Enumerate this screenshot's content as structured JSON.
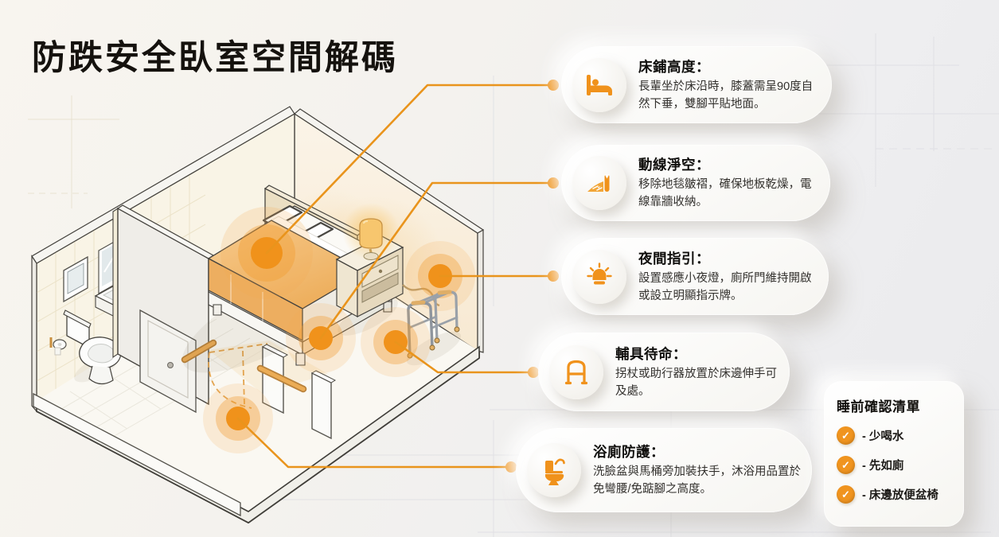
{
  "title": "防跌安全臥室空間解碼",
  "accent_color": "#EE9118",
  "callouts": [
    {
      "id": "bed-height",
      "icon": "bed-icon",
      "title": "床鋪高度：",
      "body": "長輩坐於床沿時，膝蓋需呈90度自然下垂，雙腳平貼地面。"
    },
    {
      "id": "path-clear",
      "icon": "clear-path-icon",
      "title": "動線淨空：",
      "body": "移除地毯皺褶，確保地板乾燥，電線靠牆收納。"
    },
    {
      "id": "night-guide",
      "icon": "night-light-icon",
      "title": "夜間指引：",
      "body": "設置感應小夜燈，廁所門維持開啟或設立明顯指示牌。"
    },
    {
      "id": "aid-standby",
      "icon": "walker-icon",
      "title": "輔具待命：",
      "body": "拐杖或助行器放置於床邊伸手可及處。"
    },
    {
      "id": "bath-protect",
      "icon": "toilet-icon",
      "title": "浴廁防護：",
      "body": "洗臉盆與馬桶旁加裝扶手，沐浴用品置於免彎腰/免踮腳之高度。"
    }
  ],
  "checklist": {
    "title": "睡前確認清單",
    "items": [
      "- 少喝水",
      "- 先如廁",
      "- 床邊放便盆椅"
    ]
  },
  "icons": {
    "check": "✓"
  }
}
